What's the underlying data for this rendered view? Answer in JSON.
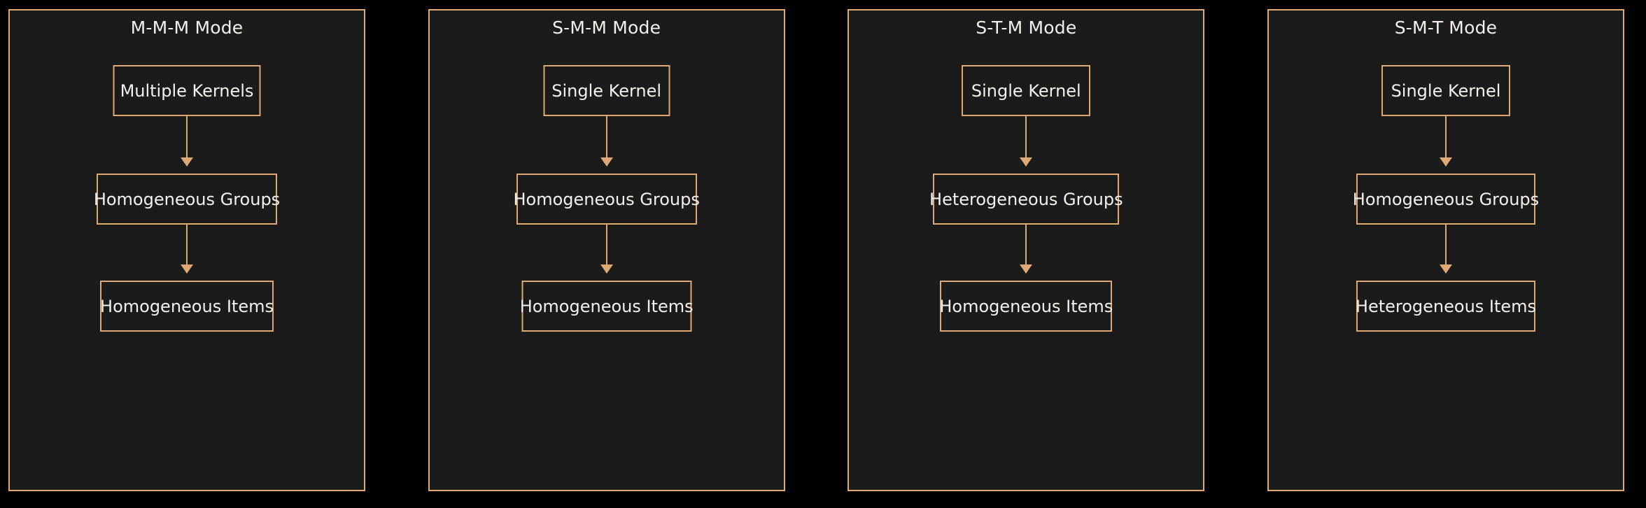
{
  "diagram": {
    "background_color": "#000000",
    "panel_background_color": "#1b1b1b",
    "accent_color": "#dfa974",
    "text_color": "#f4f1ec",
    "panels": [
      {
        "title": "M-M-M Mode",
        "nodes": [
          {
            "label": "Multiple Kernels"
          },
          {
            "label": "Homogeneous Groups"
          },
          {
            "label": "Homogeneous Items"
          }
        ],
        "connectors": [
          {
            "from": "Multiple Kernels",
            "to": "Homogeneous Groups",
            "style": "arrow-down"
          },
          {
            "from": "Homogeneous Groups",
            "to": "Homogeneous Items",
            "style": "arrow-down"
          }
        ]
      },
      {
        "title": "S-M-M Mode",
        "nodes": [
          {
            "label": "Single Kernel"
          },
          {
            "label": "Homogeneous Groups"
          },
          {
            "label": "Homogeneous Items"
          }
        ],
        "connectors": [
          {
            "from": "Single Kernel",
            "to": "Homogeneous Groups",
            "style": "arrow-down"
          },
          {
            "from": "Homogeneous Groups",
            "to": "Homogeneous Items",
            "style": "arrow-down"
          }
        ]
      },
      {
        "title": "S-T-M Mode",
        "nodes": [
          {
            "label": "Single Kernel"
          },
          {
            "label": "Heterogeneous Groups"
          },
          {
            "label": "Homogeneous Items"
          }
        ],
        "connectors": [
          {
            "from": "Single Kernel",
            "to": "Heterogeneous Groups",
            "style": "arrow-down"
          },
          {
            "from": "Heterogeneous Groups",
            "to": "Homogeneous Items",
            "style": "arrow-down"
          }
        ]
      },
      {
        "title": "S-M-T Mode",
        "nodes": [
          {
            "label": "Single Kernel"
          },
          {
            "label": "Homogeneous Groups"
          },
          {
            "label": "Heterogeneous Items"
          }
        ],
        "connectors": [
          {
            "from": "Single Kernel",
            "to": "Homogeneous Groups",
            "style": "arrow-down"
          },
          {
            "from": "Homogeneous Groups",
            "to": "Heterogeneous Items",
            "style": "arrow-down"
          }
        ]
      }
    ]
  }
}
